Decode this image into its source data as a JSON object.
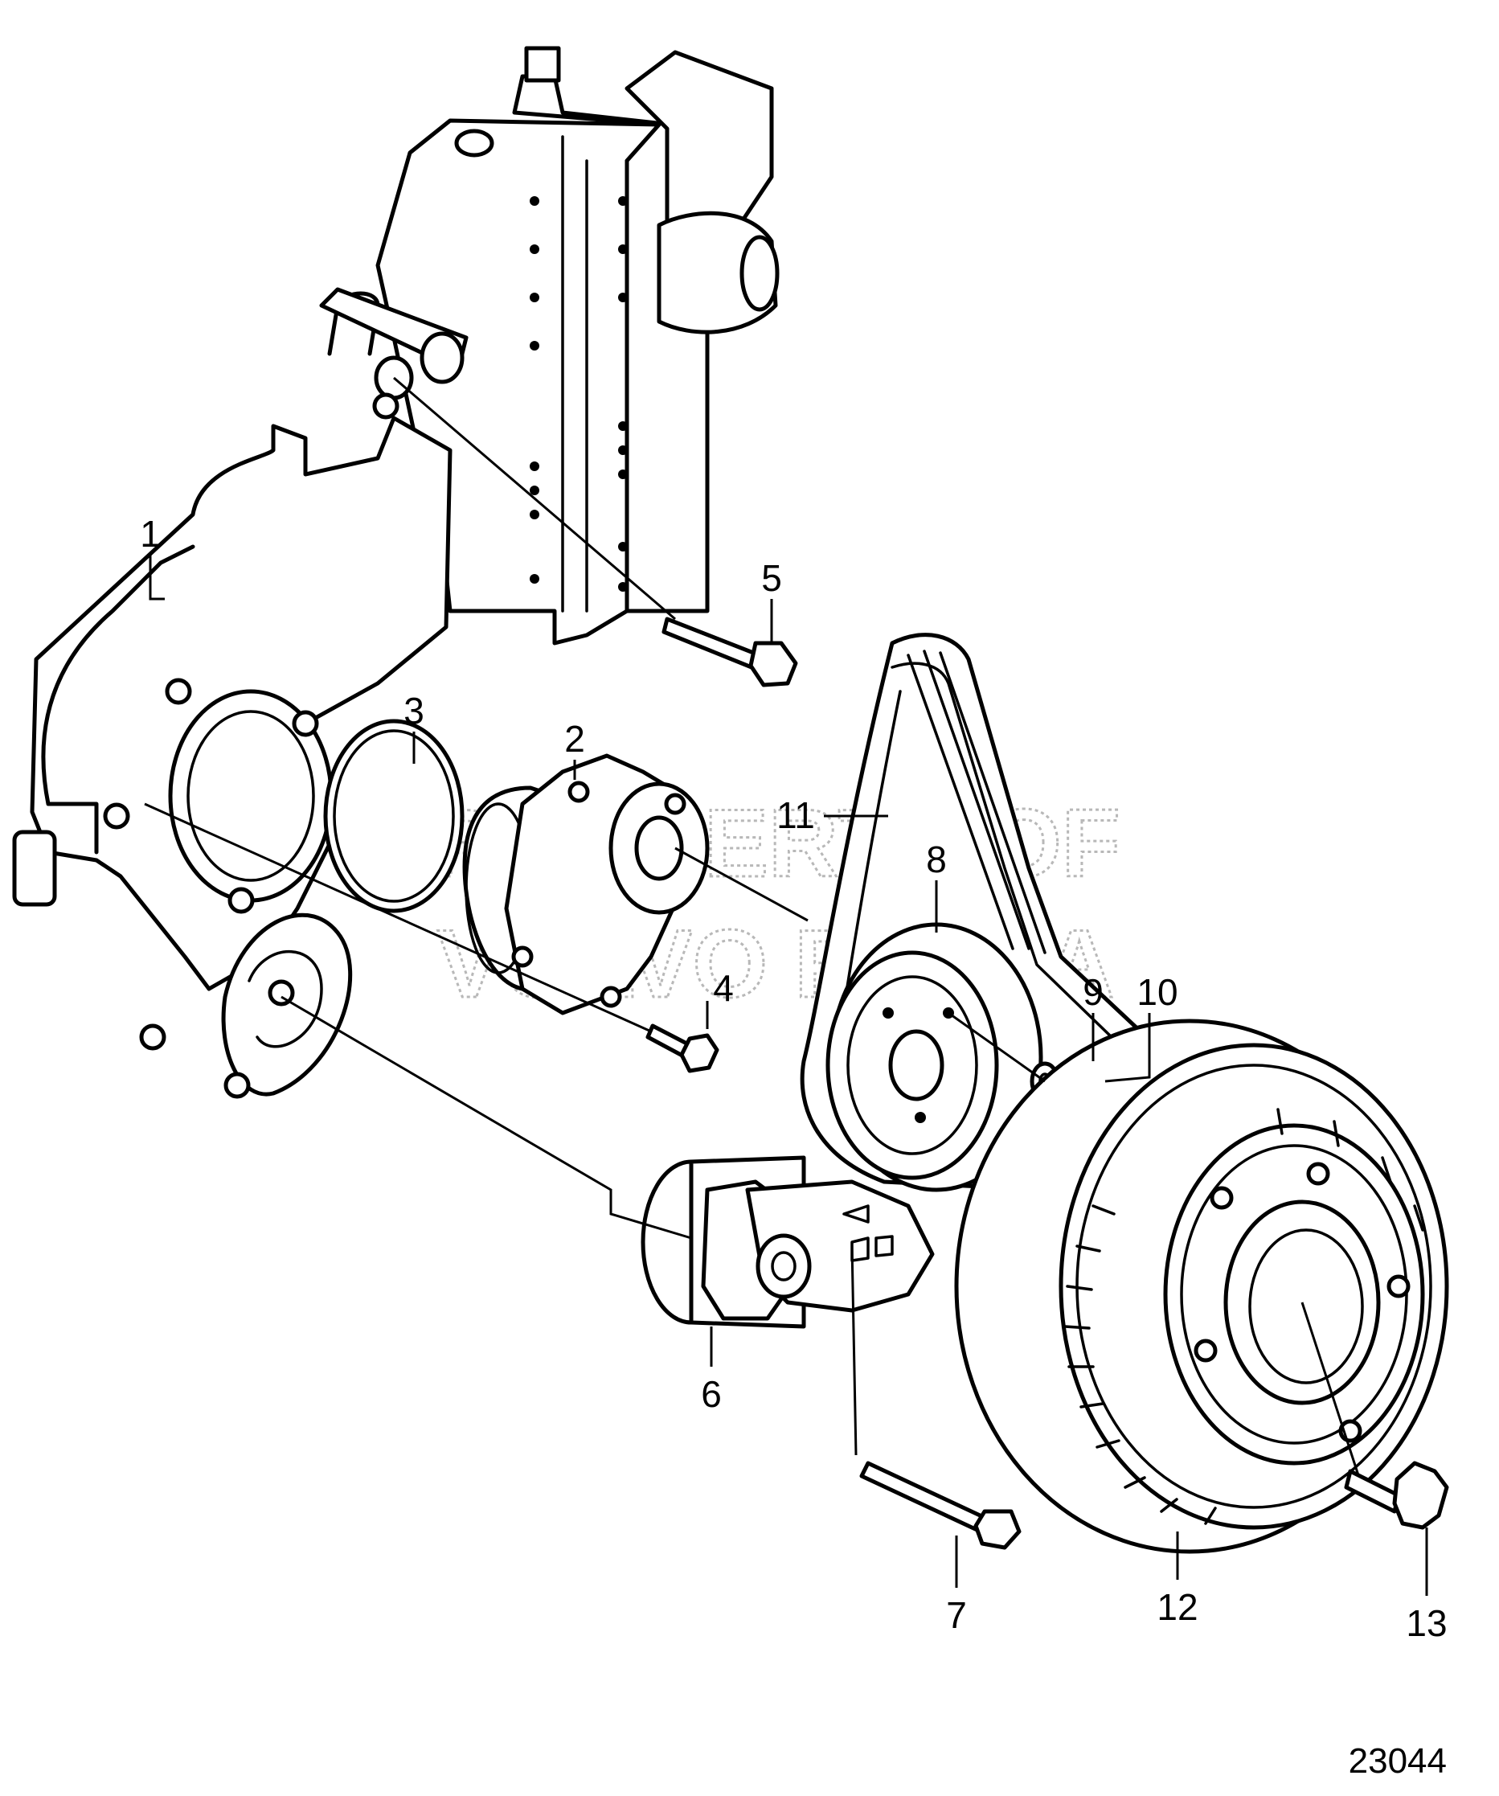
{
  "watermark": {
    "line1": "PROPERTY OF",
    "line2": "VOLVO PENTA"
  },
  "figure_number": "23044",
  "labels": {
    "p1": "1",
    "p2": "2",
    "p3": "3",
    "p4": "4",
    "p5": "5",
    "p6": "6",
    "p7": "7",
    "p8": "8",
    "p9": "9",
    "p10": "10",
    "p11": "11",
    "p12": "12",
    "p13": "13"
  }
}
